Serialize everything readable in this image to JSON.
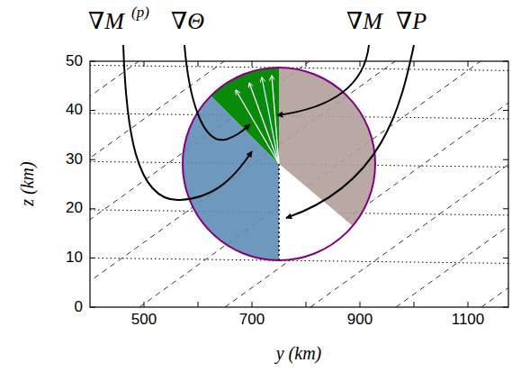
{
  "diagram": {
    "labels": [
      "∇M",
      "(p)",
      "∇Θ",
      "∇M",
      "∇P",
      "50",
      "40",
      "30",
      "20",
      "10",
      "0",
      "z (km)",
      "500",
      "700",
      "900",
      "1100",
      "y (km)"
    ]
  }
}
